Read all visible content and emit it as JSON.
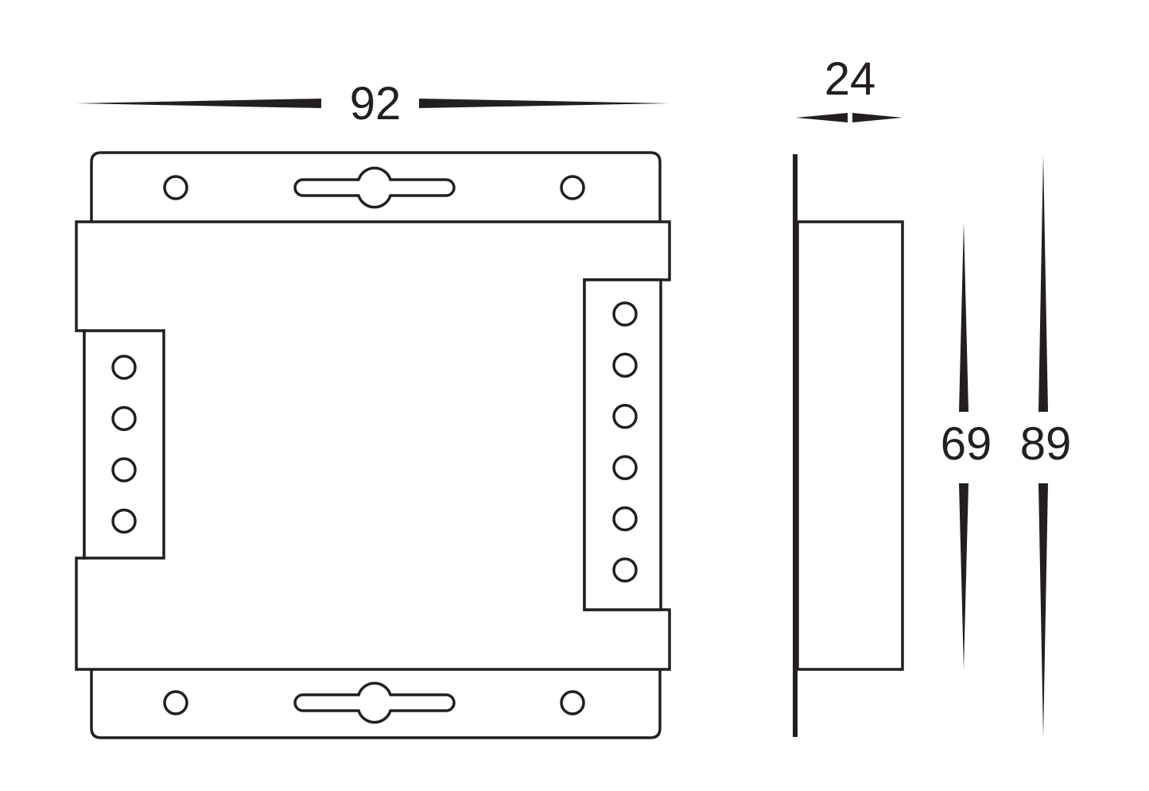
{
  "dimensions": {
    "width": "92",
    "depth": "24",
    "body_height": "69",
    "overall_height": "89"
  },
  "colors": {
    "line": "#231f20",
    "background": "#ffffff"
  },
  "terminals": {
    "left_block_count": 4,
    "right_block_count": 6
  }
}
